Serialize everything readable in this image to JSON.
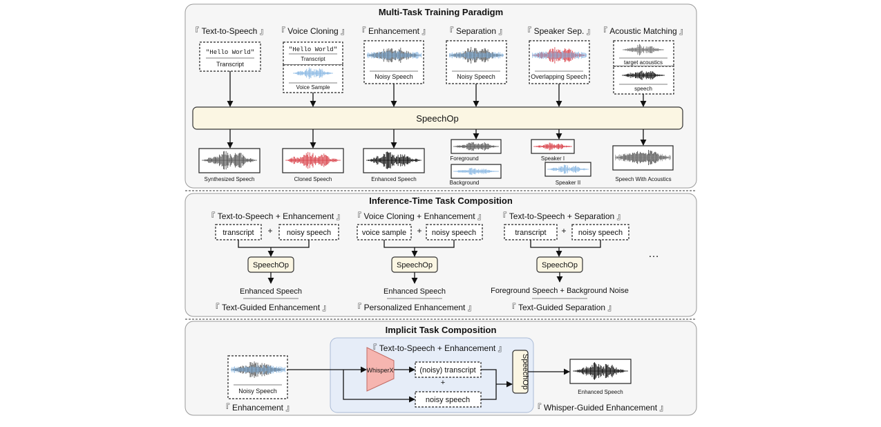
{
  "section1": {
    "title": "Multi-Task Training Paradigm",
    "tasks": [
      "『 Text-to-Speech 』",
      "『 Voice Cloning 』",
      "『 Enhancement 』",
      "『 Separation 』",
      "『 Speaker Sep. 』",
      "『 Acoustic Matching 』"
    ],
    "hello_world": "\"Hello World\"",
    "transcript": "Transcript",
    "voice_sample": "Voice Sample",
    "noisy_speech": "Noisy Speech",
    "overlapping_speech": "Overlapping Speech",
    "target_acoustics": "target acoustics",
    "speech": "speech",
    "model": "SpeechOp",
    "outputs": {
      "synthesized": "Synthesized Speech",
      "cloned": "Cloned Speech",
      "enhanced": "Enhanced Speech",
      "foreground": "Foreground",
      "background": "Background",
      "speaker1": "Speaker I",
      "speaker2": "Speaker II",
      "with_acoustics": "Speech With Acoustics"
    }
  },
  "section2": {
    "title": "Inference-Time Task Composition",
    "groups": [
      {
        "heading": "『 Text-to-Speech + Enhancement 』",
        "input1": "transcript",
        "input2": "noisy speech",
        "plus": "+",
        "model": "SpeechOp",
        "output": "Enhanced Speech",
        "label": "『 Text-Guided Enhancement 』"
      },
      {
        "heading": "『 Voice Cloning + Enhancement 』",
        "input1": "voice sample",
        "input2": "noisy speech",
        "plus": "+",
        "model": "SpeechOp",
        "output": "Enhanced Speech",
        "label": "『 Personalized Enhancement 』"
      },
      {
        "heading": "『 Text-to-Speech + Separation 』",
        "input1": "transcript",
        "input2": "noisy speech",
        "plus": "+",
        "model": "SpeechOp",
        "output": "Foreground Speech + Background Noise",
        "label": "『 Text-Guided Separation 』"
      }
    ],
    "ellipsis": "…"
  },
  "section3": {
    "title": "Implicit Task Composition",
    "input_label": "Noisy Speech",
    "input_task": "『 Enhancement 』",
    "inner_heading": "『 Text-to-Speech + Enhancement 』",
    "asr": "WhisperX",
    "noisy_transcript": "(noisy) transcript",
    "plus": "+",
    "noisy_speech": "noisy speech",
    "model": "SpeechOp",
    "output_label": "Enhanced Speech",
    "output_task": "『 Whisper-Guided Enhancement 』"
  },
  "colors": {
    "panel_bg": "#f6f6f6",
    "speechop_fill": "#fbf6e3",
    "inner_panel": "#e6edf8",
    "whisperx_fill": "#f6b5b0",
    "wave_gray": "#555555",
    "wave_blue": "#8ab8e3",
    "wave_red": "#d9424a",
    "wave_black": "#111111"
  }
}
